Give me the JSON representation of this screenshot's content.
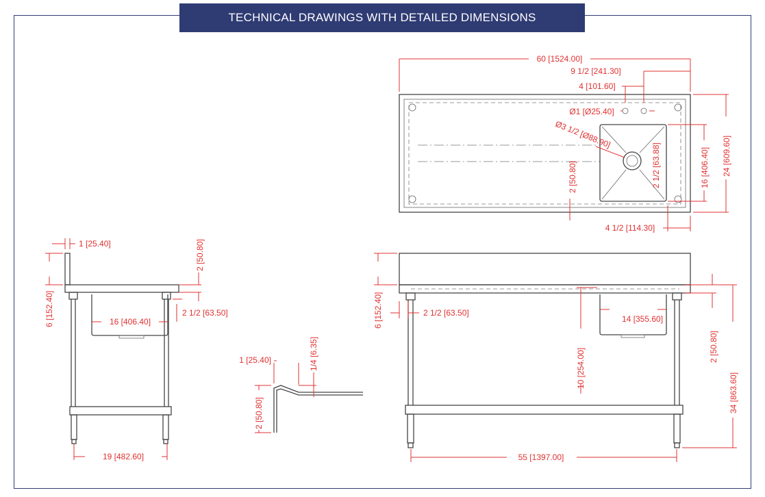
{
  "header": {
    "title": "TECHNICAL DRAWINGS WITH DETAILED DIMENSIONS"
  },
  "top_view": {
    "overall_length": "60 [1524.00]",
    "faucet_hole_offset": "9 1/2 [241.30]",
    "faucet_hole_spacing": "4 [101.60]",
    "faucet_hole_diameter": "Ø1 [Ø25.40]",
    "drain_diameter": "Ø3 1/2 [Ø88.90]",
    "bowl_drain_offset": "2 1/2 [63.88]",
    "drainboard_offset": "2 [50.80]",
    "bowl_length": "16 [406.40]",
    "overall_depth": "24 [609.60]",
    "bowl_edge_offset": "4 1/2 [114.30]"
  },
  "side_view": {
    "backsplash_thickness": "1 [25.40]",
    "top_thickness": "2 [50.80]",
    "backsplash_height": "6 [152.40]",
    "rim_offset": "2 1/2 [63.50]",
    "bowl_width": "16 [406.40]",
    "leg_spacing": "19 [482.60]"
  },
  "edge_detail": {
    "edge_width": "1 [25.40]",
    "edge_offset": "1/4 [6.35]",
    "edge_height": "2 [50.80]"
  },
  "front_view": {
    "backsplash_height": "6 [152.40]",
    "leg_offset": "2 1/2 [63.50]",
    "bowl_width": "14 [355.60]",
    "bowl_depth": "10 [254.00]",
    "rim_height": "2 [50.80]",
    "overall_height": "34 [863.60]",
    "leg_spacing": "55 [1397.00]"
  }
}
